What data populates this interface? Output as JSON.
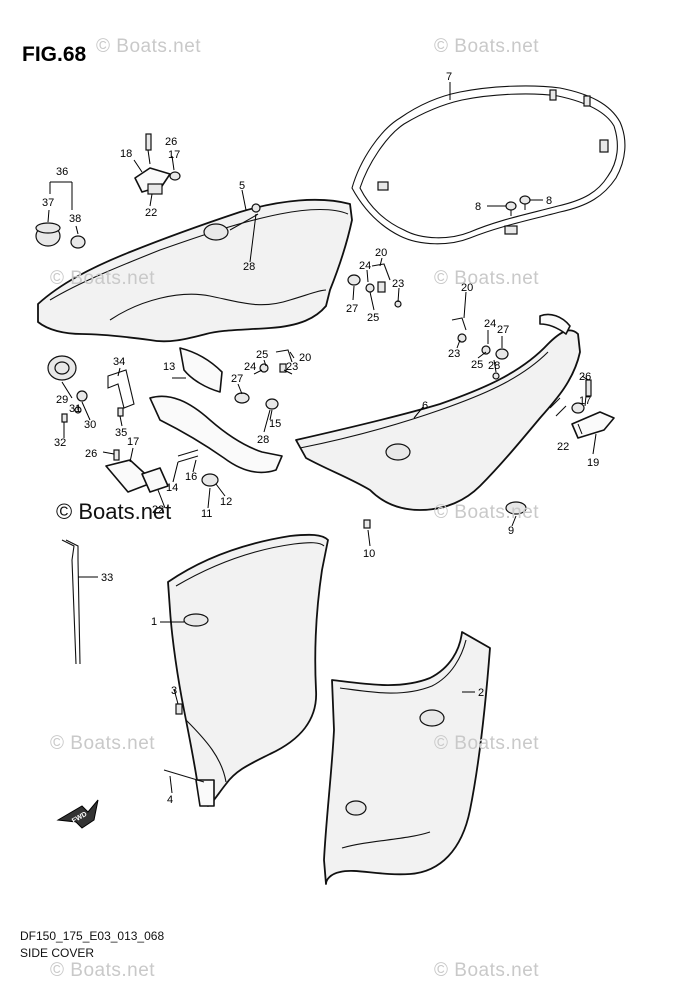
{
  "figure": {
    "title": "FIG.68",
    "code": "DF150_175_E03_013_068",
    "caption": "SIDE COVER",
    "arrow_label": "FWD"
  },
  "watermark": {
    "text": "© Boats.net",
    "strong_text": "© Boats.net"
  },
  "callouts": [
    "1",
    "2",
    "3",
    "4",
    "5",
    "6",
    "7",
    "8",
    "8",
    "9",
    "10",
    "11",
    "12",
    "13",
    "14",
    "15",
    "16",
    "17",
    "17",
    "17",
    "18",
    "19",
    "20",
    "20",
    "20",
    "22",
    "22",
    "22",
    "23",
    "23",
    "23",
    "24",
    "24",
    "24",
    "25",
    "25",
    "25",
    "26",
    "26",
    "26",
    "27",
    "27",
    "27",
    "28",
    "28",
    "28",
    "29",
    "30",
    "31",
    "32",
    "33",
    "34",
    "35",
    "36",
    "37",
    "38"
  ]
}
